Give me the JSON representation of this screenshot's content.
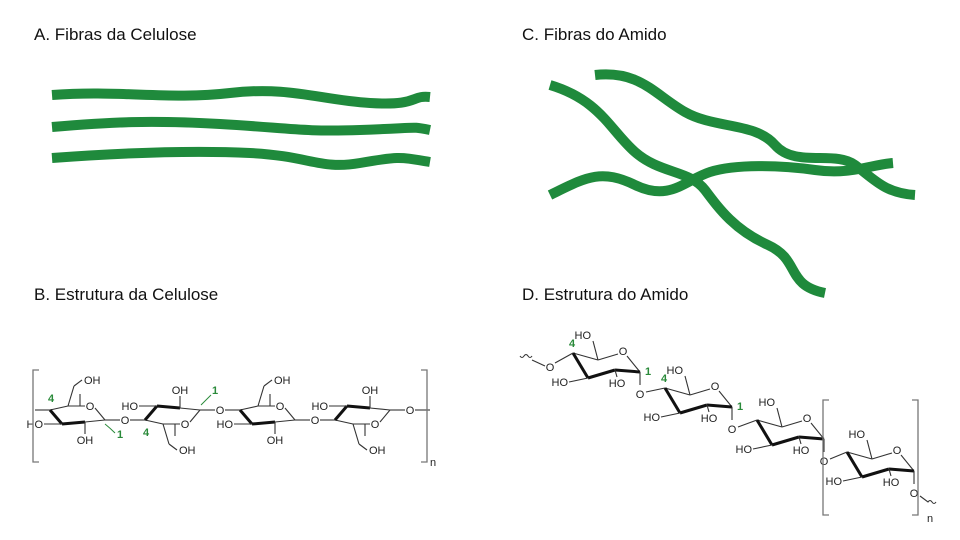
{
  "panels": {
    "a": {
      "title": "A. Fibras da Celulose"
    },
    "b": {
      "title": "B. Estrutura da Celulose"
    },
    "c": {
      "title": "C. Fibras do Amido"
    },
    "d": {
      "title": "D. Estrutura do Amido"
    }
  },
  "molecule_labels": {
    "oh": "OH",
    "ho": "HO",
    "o": "O",
    "n": "n",
    "c4": "4",
    "c1": "1"
  },
  "colors": {
    "fiber": "#1f8a3c",
    "carbon_number": "#2a8a3a"
  }
}
